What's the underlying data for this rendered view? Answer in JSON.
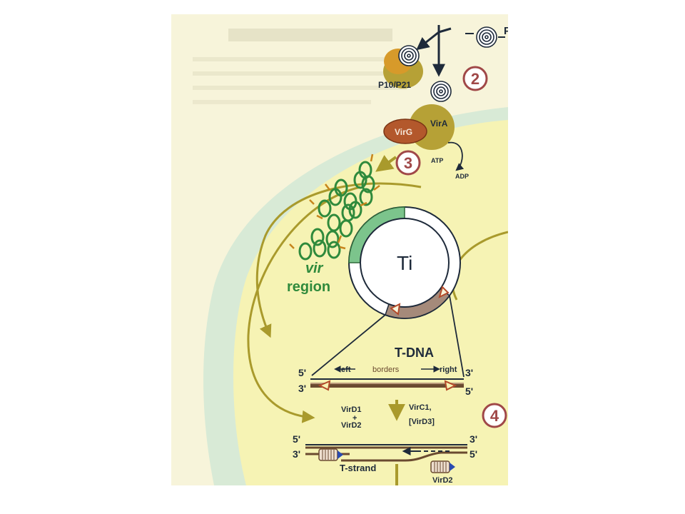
{
  "labels": {
    "p_cut": "P",
    "p10p21": "P10/P21",
    "vira": "VirA",
    "virg": "VirG",
    "atp": "ATP",
    "adp": "ADP",
    "step2": "2",
    "step3": "3",
    "step4": "4",
    "vir": "vir",
    "region": "region",
    "ti": "Ti",
    "tdna": "T-DNA",
    "left": "left",
    "borders": "borders",
    "right": "right",
    "five_prime": "5'",
    "three_prime": "3'",
    "vird1": "VirD1",
    "plus": "+",
    "vird2": "VirD2",
    "virc1": "VirC1,",
    "vird3": "[VirD3]",
    "tstrand": "T-strand",
    "vird2_bottom": "VirD2"
  },
  "colors": {
    "cell_fill": "#f6f3b4",
    "outer_band": "#d8ead6",
    "arrow_olive": "#a99a2c",
    "vir_green": "#2f8a3c",
    "vir_band": "#7cc48c",
    "tdna_band": "#a58a7a",
    "border_red": "#b44a2a",
    "virg_fill": "#b3582c",
    "vira_fill": "#b6a136",
    "p10_fill": "#d79a2a",
    "step_circle": "#a04848",
    "dark": "#1e2a3a"
  }
}
